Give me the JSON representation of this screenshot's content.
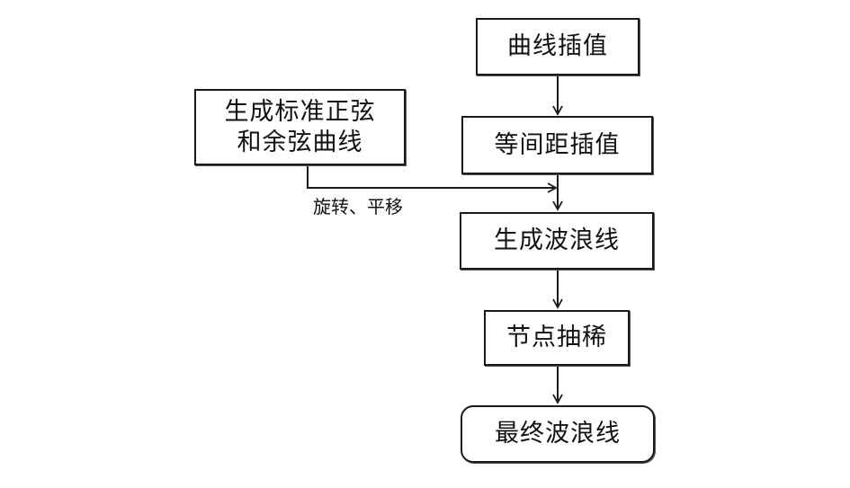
{
  "nodes": {
    "curve_interpolation": "曲线插值",
    "standard_sine_cosine": "生成标准正弦和余弦曲线",
    "equidistant_interpolation": "等间距插值",
    "generate_wave": "生成波浪线",
    "node_thinning": "节点抽稀",
    "final_wave": "最终波浪线"
  },
  "edges": {
    "rotate_translate_label": "旋转、平移"
  }
}
